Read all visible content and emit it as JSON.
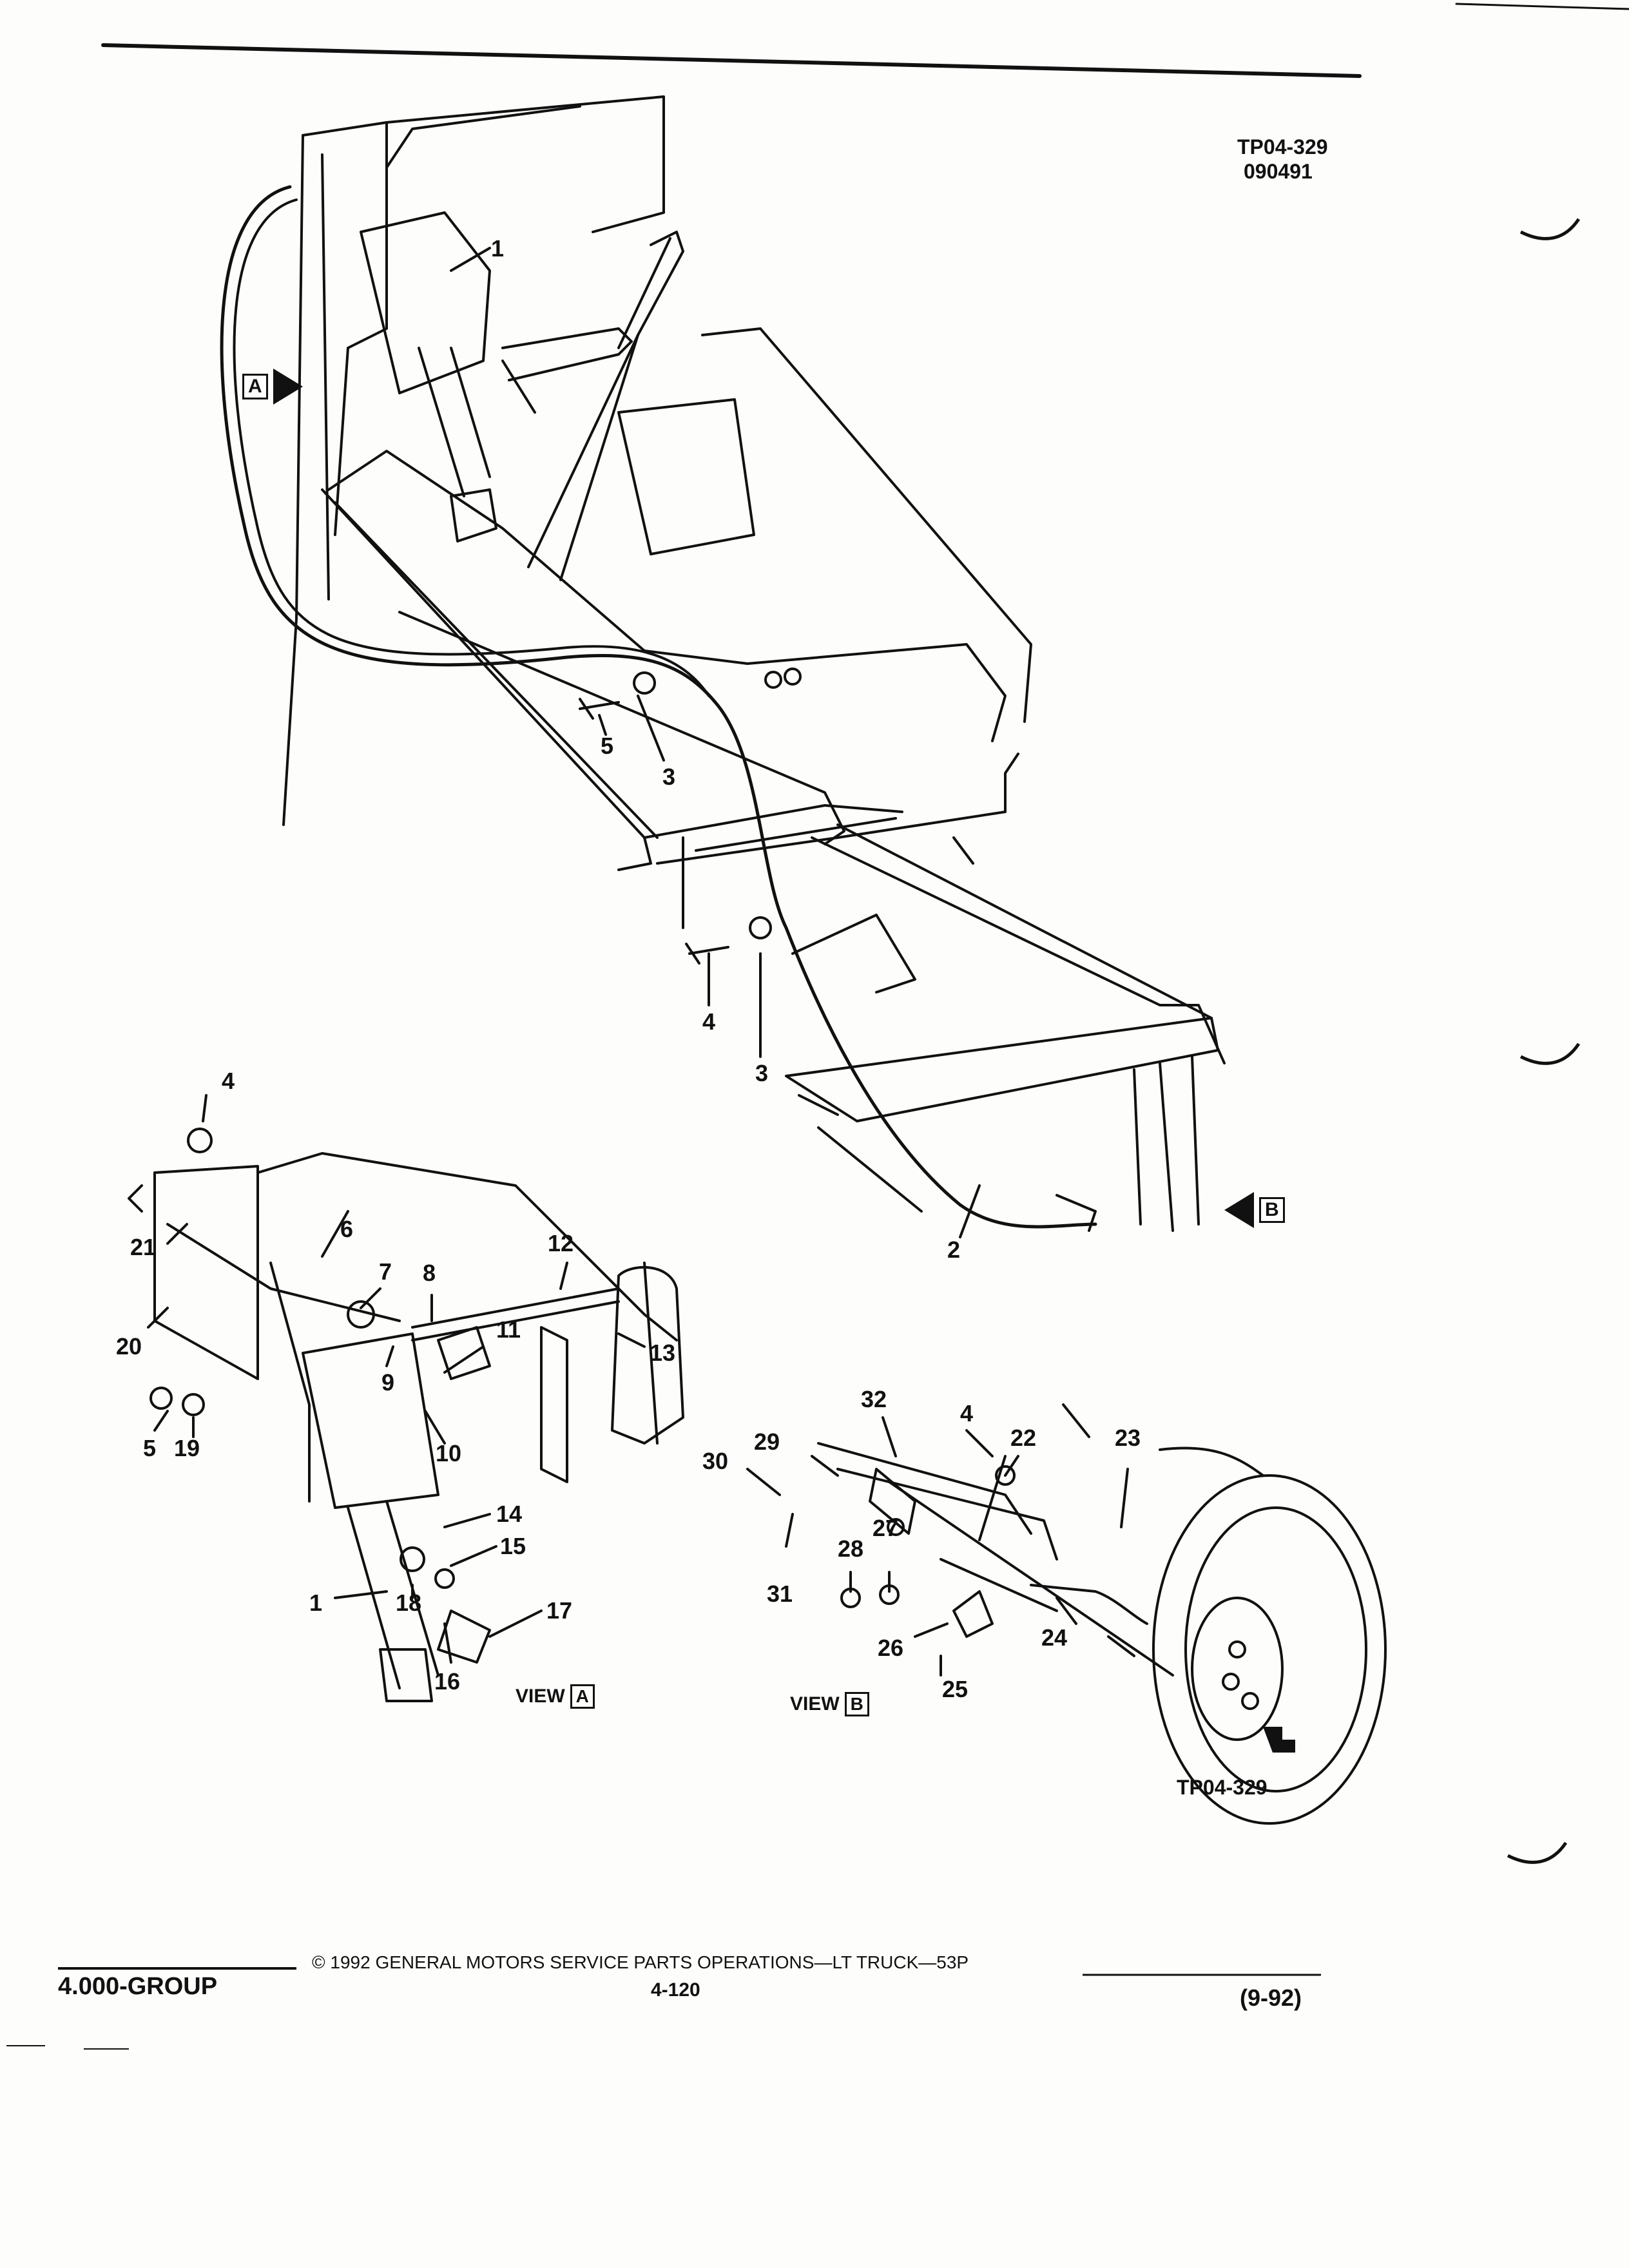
{
  "header": {
    "code": "TP04-329",
    "date": "090491"
  },
  "footer": {
    "group": "4.000-GROUP",
    "copyright": "© 1992 GENERAL MOTORS SERVICE PARTS OPERATIONS—LT TRUCK—53P",
    "page": "4-120",
    "revision": "(9-92)"
  },
  "figure_code": "TP04-329",
  "markers": {
    "a": "A",
    "b": "B"
  },
  "views": {
    "a": {
      "prefix": "VIEW",
      "letter": "A"
    },
    "b": {
      "prefix": "VIEW",
      "letter": "B"
    }
  },
  "callouts": {
    "main": [
      "1",
      "5",
      "3",
      "4",
      "3",
      "2"
    ],
    "view_a": [
      "4",
      "21",
      "20",
      "6",
      "7",
      "8",
      "9",
      "11",
      "12",
      "13",
      "10",
      "5",
      "19",
      "14",
      "15",
      "1",
      "18",
      "17",
      "16"
    ],
    "view_b": [
      "32",
      "4",
      "22",
      "23",
      "29",
      "30",
      "27",
      "28",
      "31",
      "26",
      "24",
      "25"
    ]
  }
}
